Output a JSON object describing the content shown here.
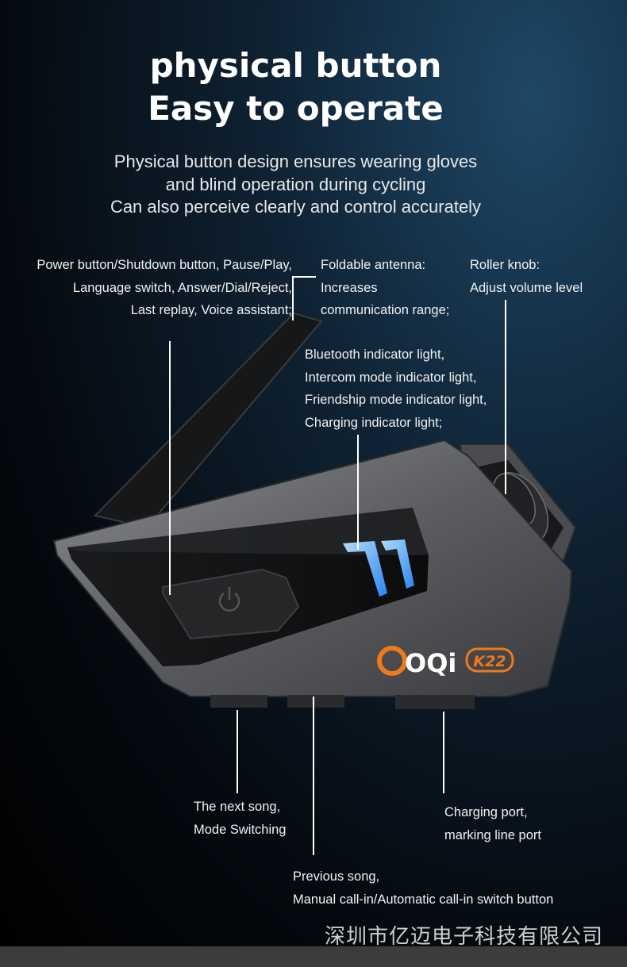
{
  "heading": {
    "line1": "physical button",
    "line2": "Easy to operate"
  },
  "subtitle": {
    "line1": "Physical button design ensures wearing gloves",
    "line2": "and blind operation during cycling",
    "line3": "Can also perceive clearly and control accurately"
  },
  "callouts": {
    "power": [
      "Power button/Shutdown button, Pause/Play,",
      "Language switch, Answer/Dial/Reject,",
      "Last replay, Voice assistant;"
    ],
    "antenna": [
      "Foldable antenna:",
      "Increases",
      "communication range;"
    ],
    "roller": [
      "Roller knob:",
      "Adjust volume level"
    ],
    "indicator": [
      "Bluetooth indicator light,",
      "Intercom mode indicator light,",
      "Friendship mode indicator light,",
      "Charging indicator light;"
    ],
    "next_song": [
      "The next song,",
      "Mode Switching"
    ],
    "charging": [
      "Charging port,",
      "marking line port"
    ],
    "previous_song": [
      "Previous song,",
      "Manual call-in/Automatic call-in switch button"
    ]
  },
  "brand": {
    "logo_text": "OQi",
    "model_badge": "K22",
    "accent_color": "#f07a1a",
    "indicator_color": "#4fb6ff"
  },
  "footer": {
    "company": "深圳市亿迈电子科技有限公司"
  }
}
